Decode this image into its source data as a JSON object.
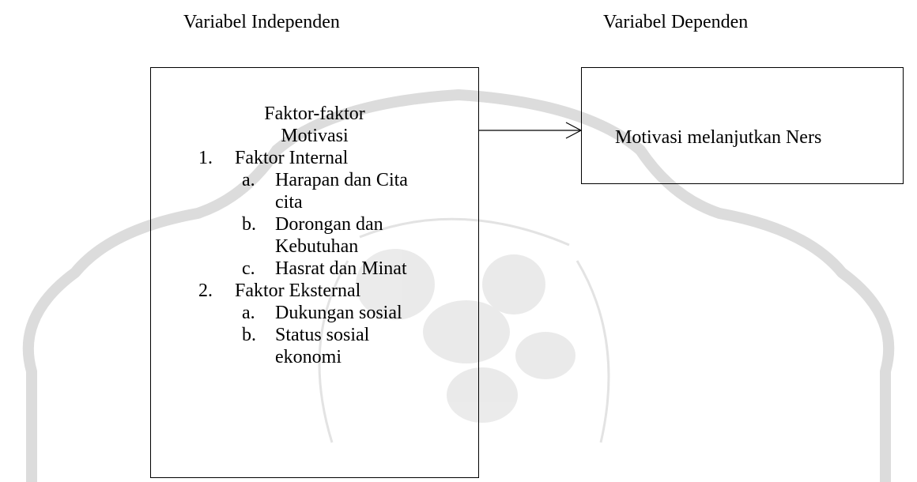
{
  "headers": {
    "independent": "Variabel Independen",
    "dependent": "Variabel Dependen"
  },
  "left_box": {
    "title_line1": "Faktor-faktor",
    "title_line2": "Motivasi",
    "items": [
      {
        "number": "1.",
        "label": "Faktor Internal",
        "subitems": [
          {
            "letter": "a.",
            "lines": [
              "Harapan dan Cita",
              "cita"
            ]
          },
          {
            "letter": "b.",
            "lines": [
              "Dorongan dan",
              "Kebutuhan"
            ]
          },
          {
            "letter": "c.",
            "lines": [
              "Hasrat dan Minat"
            ]
          }
        ]
      },
      {
        "number": "2.",
        "label": "Faktor Eksternal",
        "subitems": [
          {
            "letter": "a.",
            "lines": [
              "Dukungan sosial"
            ]
          },
          {
            "letter": "b.",
            "lines": [
              "Status sosial",
              "ekonomi"
            ]
          }
        ]
      }
    ]
  },
  "right_box": {
    "text": "Motivasi melanjutkan Ners"
  },
  "watermark_color": "#d9d9d9"
}
